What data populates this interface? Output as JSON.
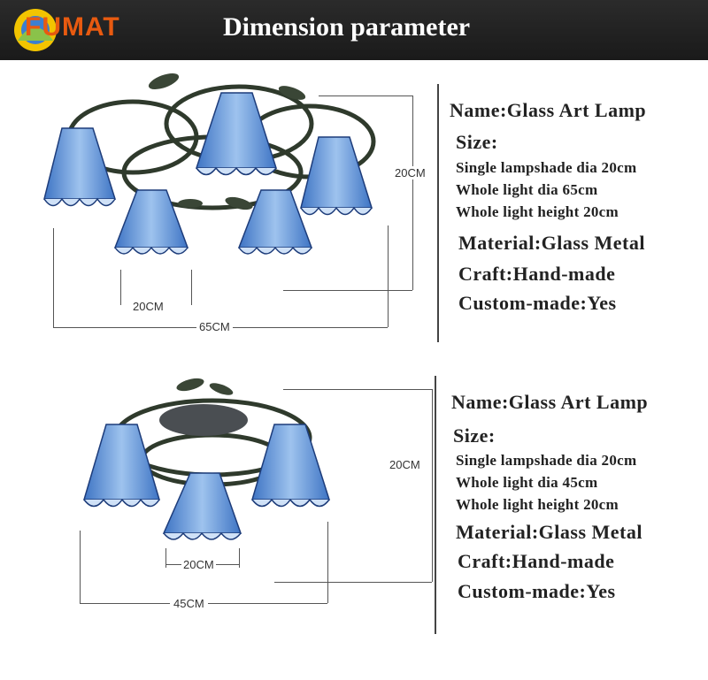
{
  "header": {
    "logo_text": "FUMAT",
    "title": "Dimension parameter",
    "background": "#222222"
  },
  "top": {
    "dims": {
      "height": "20CM",
      "shade": "20CM",
      "width": "65CM"
    },
    "specs": {
      "name": "Name:Glass Art Lamp",
      "size": "Size:",
      "shade_dia": "Single lampshade dia 20cm",
      "light_dia": "Whole light dia 65cm",
      "light_height": "Whole light height 20cm",
      "material": "Material:Glass Metal",
      "craft": "Craft:Hand-made",
      "custom": "Custom-made:Yes"
    }
  },
  "bottom": {
    "dims": {
      "height": "20CM",
      "shade": "20CM",
      "width": "45CM"
    },
    "specs": {
      "name": "Name:Glass Art Lamp",
      "size": "Size:",
      "shade_dia": "Single lampshade dia 20cm",
      "light_dia": "Whole light dia 45cm",
      "light_height": "Whole light height 20cm",
      "material": "Material:Glass Metal",
      "craft": "Craft:Hand-made",
      "custom": "Custom-made:Yes"
    }
  },
  "colors": {
    "shade_blue": "#6f9fdc",
    "shade_light": "#cfe1f7",
    "metal": "#3a4636",
    "logo": "#e85a10"
  }
}
